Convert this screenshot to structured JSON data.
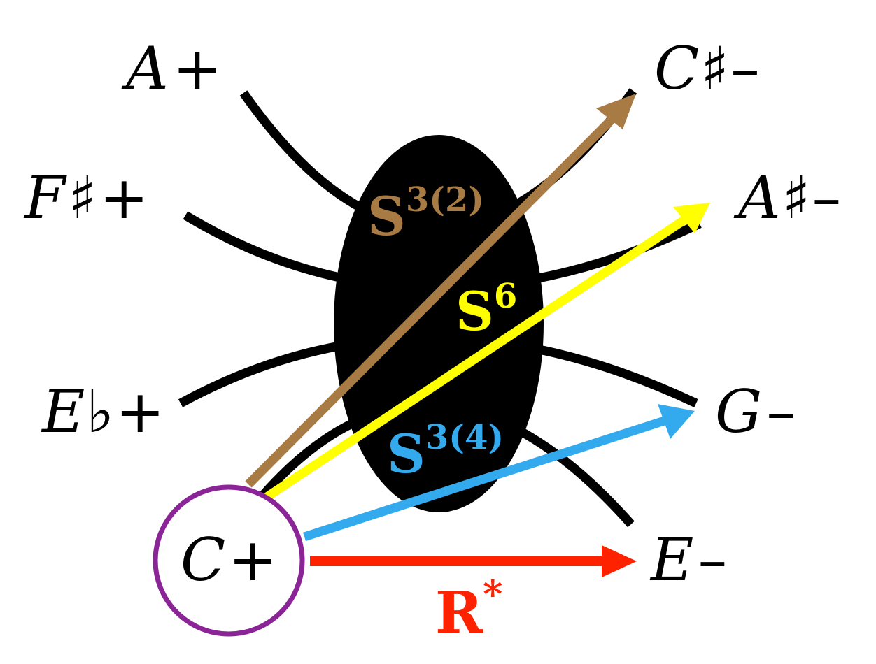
{
  "nodes": {
    "a_plus": {
      "letter": "A",
      "accidental": "",
      "sign": "+"
    },
    "c_sharp_minus": {
      "letter": "C",
      "accidental": "♯",
      "sign": "–"
    },
    "f_sharp_plus": {
      "letter": "F",
      "accidental": "♯",
      "sign": "+"
    },
    "a_sharp_minus": {
      "letter": "A",
      "accidental": "♯",
      "sign": "–"
    },
    "e_flat_plus": {
      "letter": "E",
      "accidental": "♭",
      "sign": "+"
    },
    "g_minus": {
      "letter": "G",
      "accidental": "",
      "sign": "–"
    },
    "c_plus": {
      "letter": "C",
      "accidental": "",
      "sign": "+"
    },
    "e_minus": {
      "letter": "E",
      "accidental": "",
      "sign": "–"
    }
  },
  "transforms": {
    "s32": {
      "base": "S",
      "sup": "3(2)",
      "color": "#a87a44"
    },
    "s6": {
      "base": "S",
      "sup": "6",
      "color": "#ffff00"
    },
    "s34": {
      "base": "S",
      "sup": "3(4)",
      "color": "#33aaee"
    },
    "rstar": {
      "base": "R",
      "sup": "*",
      "color": "#ff2200"
    }
  },
  "colors": {
    "body": "#000000",
    "highlight_ring": "#8b2597"
  }
}
